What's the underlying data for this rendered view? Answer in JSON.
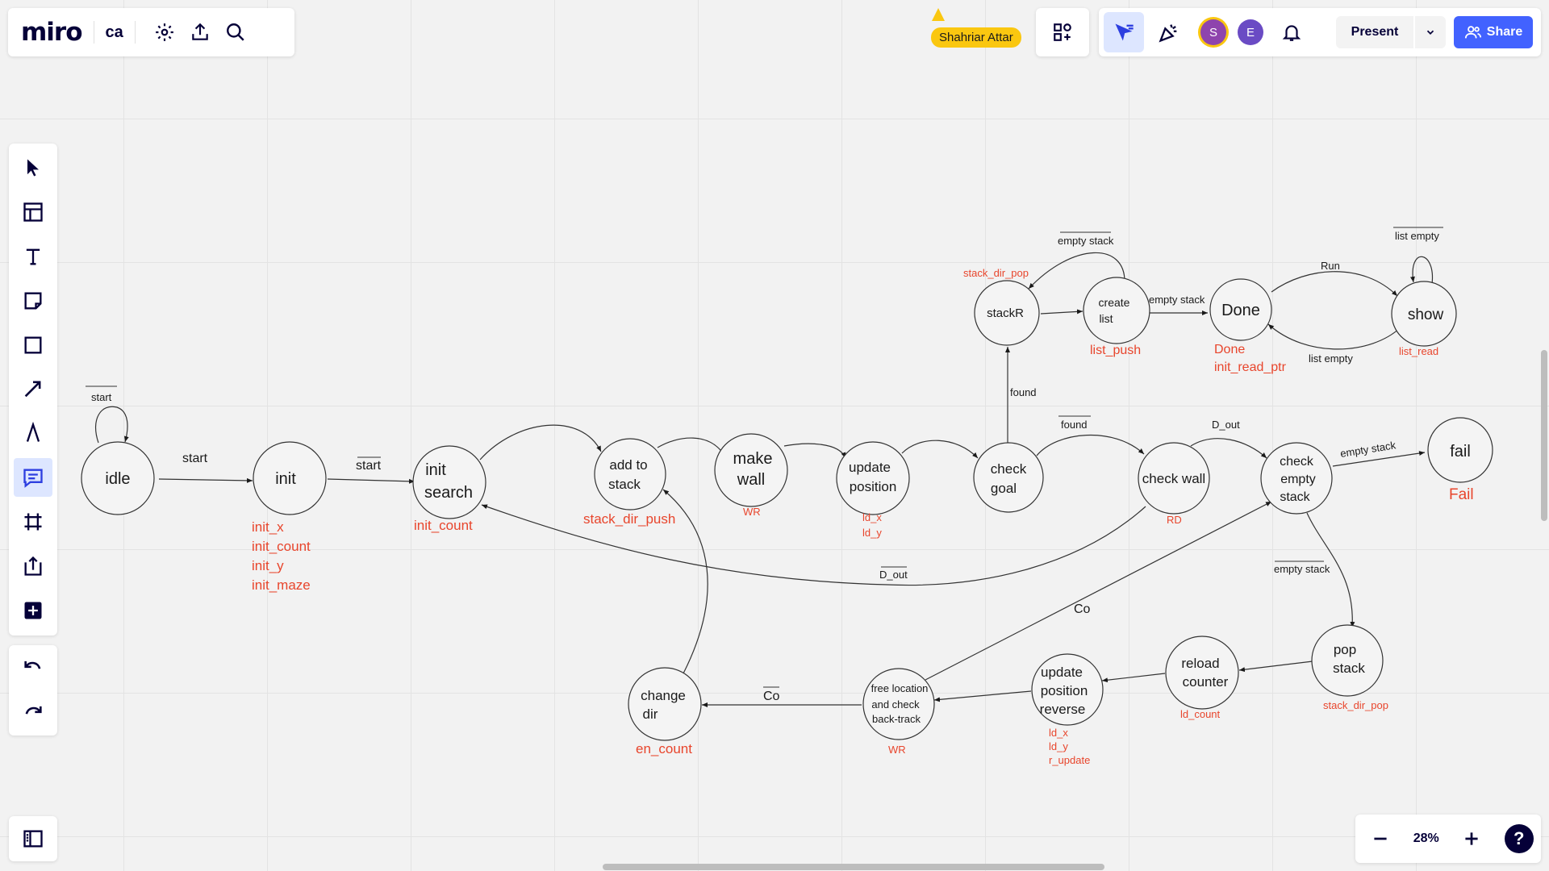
{
  "app": {
    "logo": "miro",
    "board_name": "ca"
  },
  "topbar": {
    "collaborator_tag": "Shahriar Attar",
    "avatars": [
      {
        "initial": "S",
        "color": "#8e44ad",
        "ring": "#fac710"
      },
      {
        "initial": "E",
        "color": "#6a4bc4"
      }
    ],
    "present_label": "Present",
    "share_label": "Share"
  },
  "zoom": {
    "value": "28%"
  },
  "colors": {
    "accent": "#4262ff",
    "output_text": "#e8452c",
    "tag_yellow": "#fac710"
  },
  "diagram": {
    "states": {
      "idle": [
        "idle"
      ],
      "init": [
        "init"
      ],
      "init_search": [
        "init",
        "search"
      ],
      "add_to_stack": [
        "add to",
        "stack"
      ],
      "make_wall": [
        "make",
        "wall"
      ],
      "update_position": [
        "update",
        "position"
      ],
      "check_goal": [
        "check",
        "goal"
      ],
      "check_wall": [
        "check wall"
      ],
      "check_empty_stack": [
        "check",
        "empty",
        "stack"
      ],
      "fail": [
        "fail"
      ],
      "stackR": [
        "stackR"
      ],
      "create_list": [
        "create",
        "list"
      ],
      "done": [
        "Done"
      ],
      "show": [
        "show"
      ],
      "pop_stack": [
        "pop",
        "stack"
      ],
      "reload_counter": [
        "reload",
        "counter"
      ],
      "update_position_reverse": [
        "update",
        "position",
        "reverse"
      ],
      "free_location": [
        "free location",
        "and check",
        "back-track"
      ],
      "change_dir": [
        "change",
        "dir"
      ]
    },
    "outputs": {
      "init": [
        "init_x",
        "init_count",
        "init_y",
        "init_maze"
      ],
      "init_search": [
        "init_count"
      ],
      "add_to_stack": [
        "stack_dir_push"
      ],
      "make_wall": [
        "WR"
      ],
      "update_position": [
        "ld_x",
        "ld_y"
      ],
      "check_wall": [
        "RD"
      ],
      "fail": [
        "Fail"
      ],
      "stackR": [
        "stack_dir_pop"
      ],
      "create_list": [
        "list_push"
      ],
      "done": [
        "Done",
        "init_read_ptr"
      ],
      "show": [
        "list_read"
      ],
      "pop_stack": [
        "stack_dir_pop"
      ],
      "reload_counter": [
        "ld_count"
      ],
      "update_position_reverse": [
        "ld_x",
        "ld_y",
        "r_update"
      ],
      "free_location": [
        "WR"
      ],
      "change_dir": [
        "en_count"
      ]
    },
    "edges": {
      "idle_self": "start",
      "idle_init": "start",
      "init_search": "start",
      "check_goal_stackR": "found",
      "check_goal_wall": "found",
      "wall_empty": "D_out",
      "wall_search": "D_out",
      "empty_fail": "empty stack",
      "empty_pop": "empty stack",
      "free_empty": "Co",
      "free_change": "Co",
      "create_self": "empty stack",
      "create_done": "empty stack",
      "done_show": "Run",
      "show_done": "list empty",
      "show_self": "list empty"
    }
  }
}
